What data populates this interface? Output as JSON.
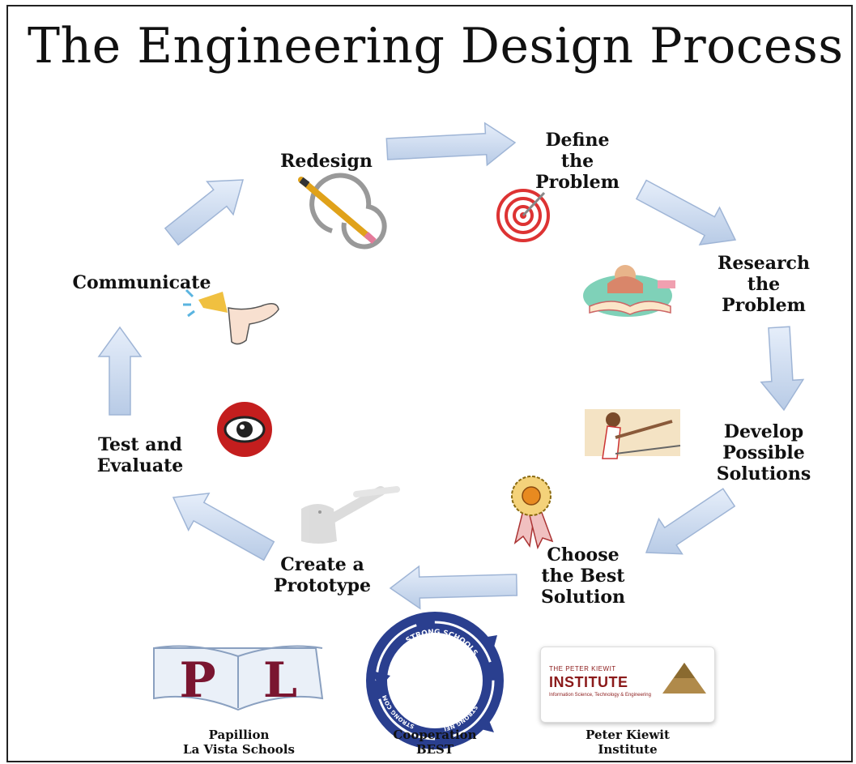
{
  "title": "The Engineering Design Process",
  "steps": {
    "define": [
      "Define",
      "the",
      "Problem"
    ],
    "research": [
      "Research",
      "the",
      "Problem"
    ],
    "develop": [
      "Develop",
      "Possible",
      "Solutions"
    ],
    "choose": [
      "Choose",
      "the Best",
      "Solution"
    ],
    "prototype": [
      "Create a",
      "Prototype"
    ],
    "test": [
      "Test and",
      "Evaluate"
    ],
    "communicate": [
      "Communicate"
    ],
    "redesign": [
      "Redesign"
    ]
  },
  "logos": {
    "papillion": {
      "mark": "PL",
      "label": [
        "Papillion",
        "La Vista Schools"
      ]
    },
    "best": {
      "ring_words": [
        "STRONG SCHOOLS",
        "STRONG NEIGHBORHOODS",
        "STRONG COMMUNITIES"
      ],
      "label": [
        "Cooperation",
        "BEST"
      ]
    },
    "kiewit": {
      "top": "THE PETER KIEWIT",
      "main": "INSTITUTE",
      "sub": "Information Science, Technology & Engineering",
      "label": [
        "Peter Kiewit",
        "Institute"
      ]
    }
  },
  "colors": {
    "arrow_fill": "#c9d8ee",
    "arrow_stroke": "#9fb5d6",
    "title": "#111111",
    "pl_red": "#7a1530",
    "best_blue": "#2a3f8f",
    "kiewit_red": "#8b1a1a"
  },
  "icons": [
    "pencil-spiral-icon",
    "target-icon",
    "reading-student-icon",
    "worker-icon",
    "ribbon-award-icon",
    "prototype-sketch-icon",
    "eye-icon",
    "megaphone-icon"
  ]
}
